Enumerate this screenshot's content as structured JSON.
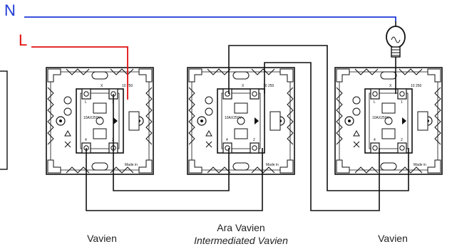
{
  "wires": {
    "neutral": {
      "label": "N",
      "color": "#1f3ad6"
    },
    "live": {
      "label": "L",
      "color": "#e01010"
    },
    "traveler_color": "#111111"
  },
  "switches": [
    {
      "caption": "Vavien",
      "subcaption": ""
    },
    {
      "caption": "Ara Vavien",
      "subcaption": "Intermediated Vavien"
    },
    {
      "caption": "Vavien",
      "subcaption": ""
    }
  ],
  "module_markings": {
    "top_left": "X",
    "top_code": "10 250",
    "terminal_l": "L",
    "terminal_1": "1",
    "terminal_2": "2",
    "terminal_4": "4",
    "rating": "10AX250V~",
    "made_in": "Made in"
  },
  "icons": [
    "lightbulb-icon",
    "junction-box-icon"
  ]
}
